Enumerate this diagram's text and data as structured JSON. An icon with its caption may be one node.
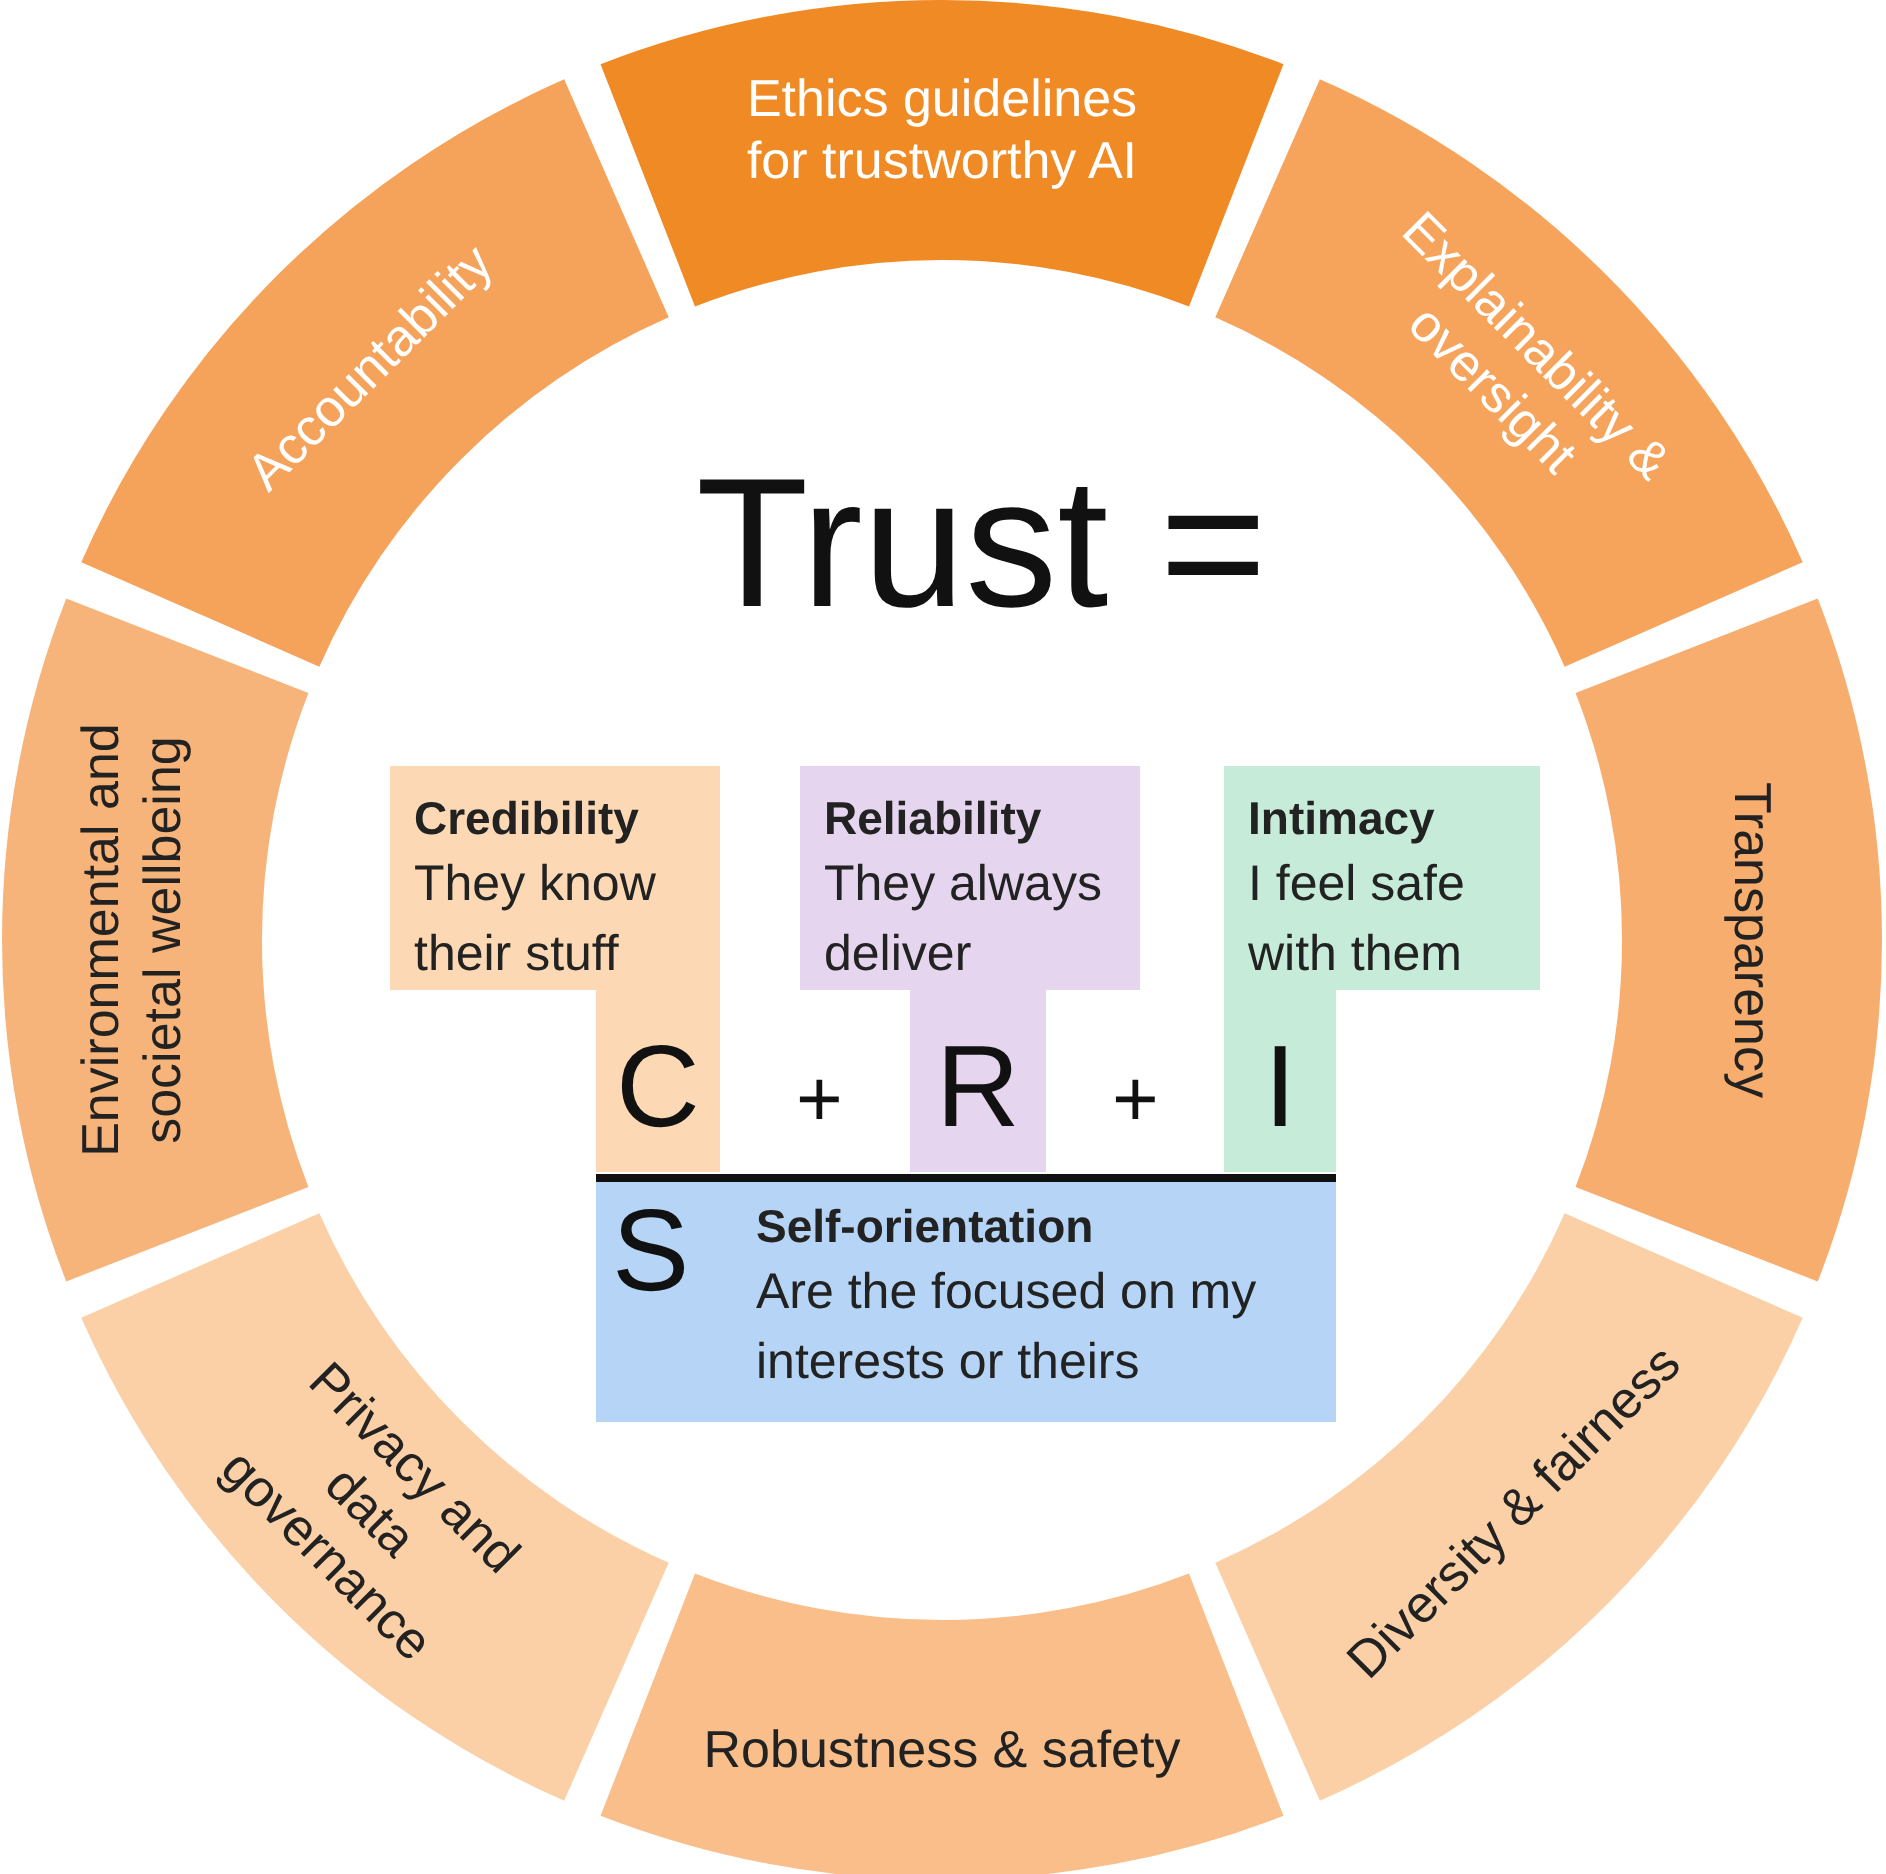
{
  "diagram": {
    "nodes": [
      {
        "text": [
          "Ethics guidelines for trustworthy AI"
        ]
      },
      {
        "text": [
          "Explainability & oversight"
        ]
      },
      {
        "text": [
          "Transparency"
        ]
      },
      {
        "text": [
          "Diversity & fairness"
        ]
      },
      {
        "text": [
          "Robustness & safety"
        ]
      },
      {
        "text": [
          "Privacy and data governance"
        ]
      },
      {
        "text": [
          "Environmental and societal wellbeing"
        ]
      },
      {
        "text": [
          "Accountability"
        ]
      },
      {
        "text": [
          "Credibility",
          "They know their stuff",
          "C"
        ]
      },
      {
        "text": [
          "Reliability",
          "They always deliver",
          "R"
        ]
      },
      {
        "text": [
          "Intimacy",
          "I feel safe with them",
          "I"
        ]
      },
      {
        "text": [
          "S",
          "Self-orientation",
          "Are the focused on my interests or theirs"
        ]
      }
    ],
    "labels": [
      "Trust =",
      "+",
      "+"
    ]
  }
}
